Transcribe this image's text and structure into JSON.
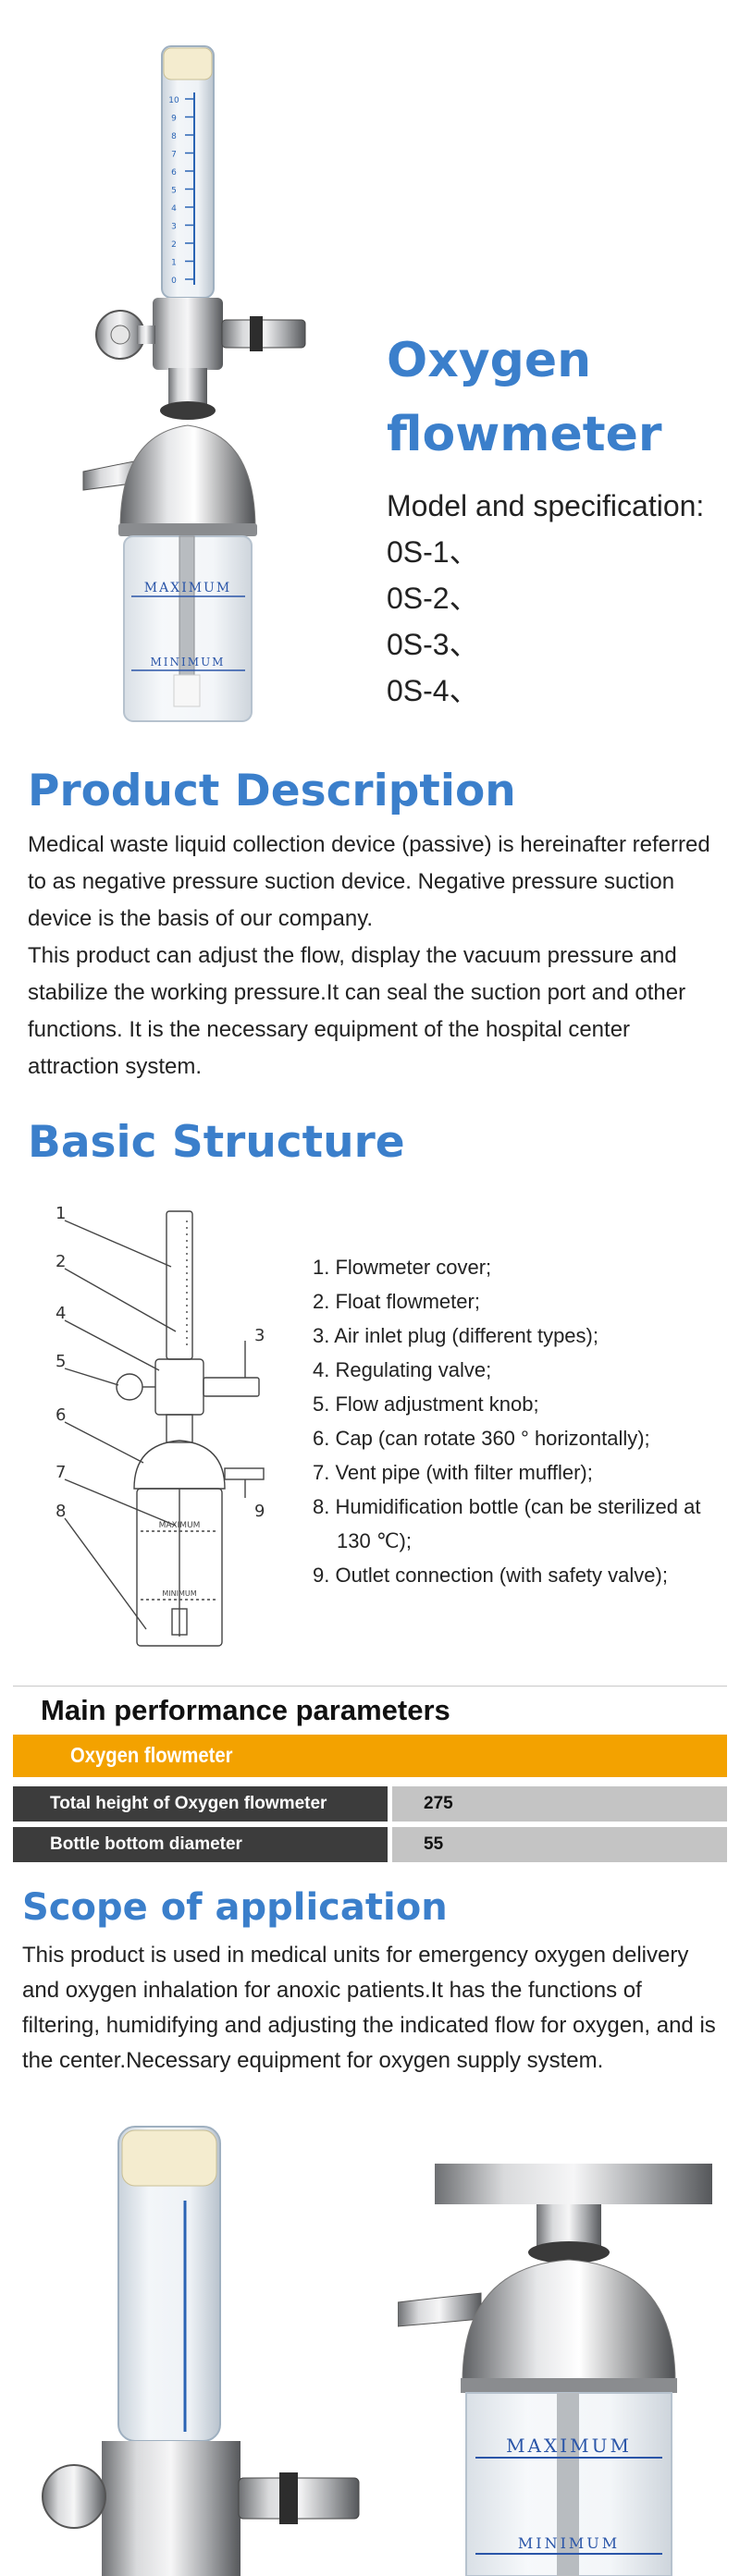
{
  "product": {
    "title_line1": "Oxygen",
    "title_line2": "flowmeter",
    "spec_label": "Model and specification:",
    "models": [
      "0S-1、",
      "0S-2、",
      "0S-3、",
      "0S-4、"
    ]
  },
  "hero_photo": {
    "tube_marks": [
      "0",
      "1",
      "2",
      "3",
      "4",
      "5",
      "6",
      "7",
      "8",
      "9",
      "10"
    ],
    "bottle_max_label": "MAXIMUM",
    "bottle_min_label": "MINIMUM"
  },
  "description": {
    "heading": "Product Description",
    "paragraphs": [
      "Medical waste liquid collection device (passive) is hereinafter referred to as negative pressure suction device. Negative pressure suction device is the basis of our company.",
      "This product can adjust the flow, display the vacuum pressure and stabilize the working pressure.It can seal the suction port and other functions. It is the necessary equipment of the hospital center attraction system."
    ]
  },
  "structure": {
    "heading": "Basic Structure",
    "diagram_numbers": [
      "1",
      "2",
      "3",
      "4",
      "5",
      "6",
      "7",
      "8",
      "9"
    ],
    "diagram_max_label": "MAXIMUM",
    "diagram_min_label": "MINIMUM",
    "items": [
      "1. Flowmeter cover;",
      "2. Float flowmeter;",
      "3. Air inlet plug (different types);",
      "4. Regulating valve;",
      "5. Flow adjustment knob;",
      "6. Cap (can rotate 360 ° horizontally);",
      "7. Vent pipe (with filter muffler);",
      "8. Humidification bottle (can be sterilized at 130 ℃);",
      "9. Outlet connection (with safety valve);"
    ]
  },
  "performance": {
    "heading": "Main performance parameters",
    "banner": "Oxygen flowmeter",
    "rows": [
      {
        "label": "Total height of Oxygen flowmeter",
        "value": "275"
      },
      {
        "label": "Bottle bottom diameter",
        "value": "55"
      }
    ]
  },
  "scope": {
    "heading": "Scope of application",
    "text": "This product is used in medical units for emergency oxygen delivery and oxygen inhalation for anoxic patients.It has the functions of filtering, humidifying and adjusting the indicated flow for oxygen, and is the center.Necessary equipment for oxygen supply system."
  },
  "bottom_photos": {
    "right_max_label": "MAXIMUM",
    "right_min_label": "MINIMUM"
  },
  "colors": {
    "heading_blue": "#3b7fcb",
    "banner_orange": "#f3a200",
    "row_dark": "#3c3c3c",
    "row_gray": "#c4c4c4"
  }
}
